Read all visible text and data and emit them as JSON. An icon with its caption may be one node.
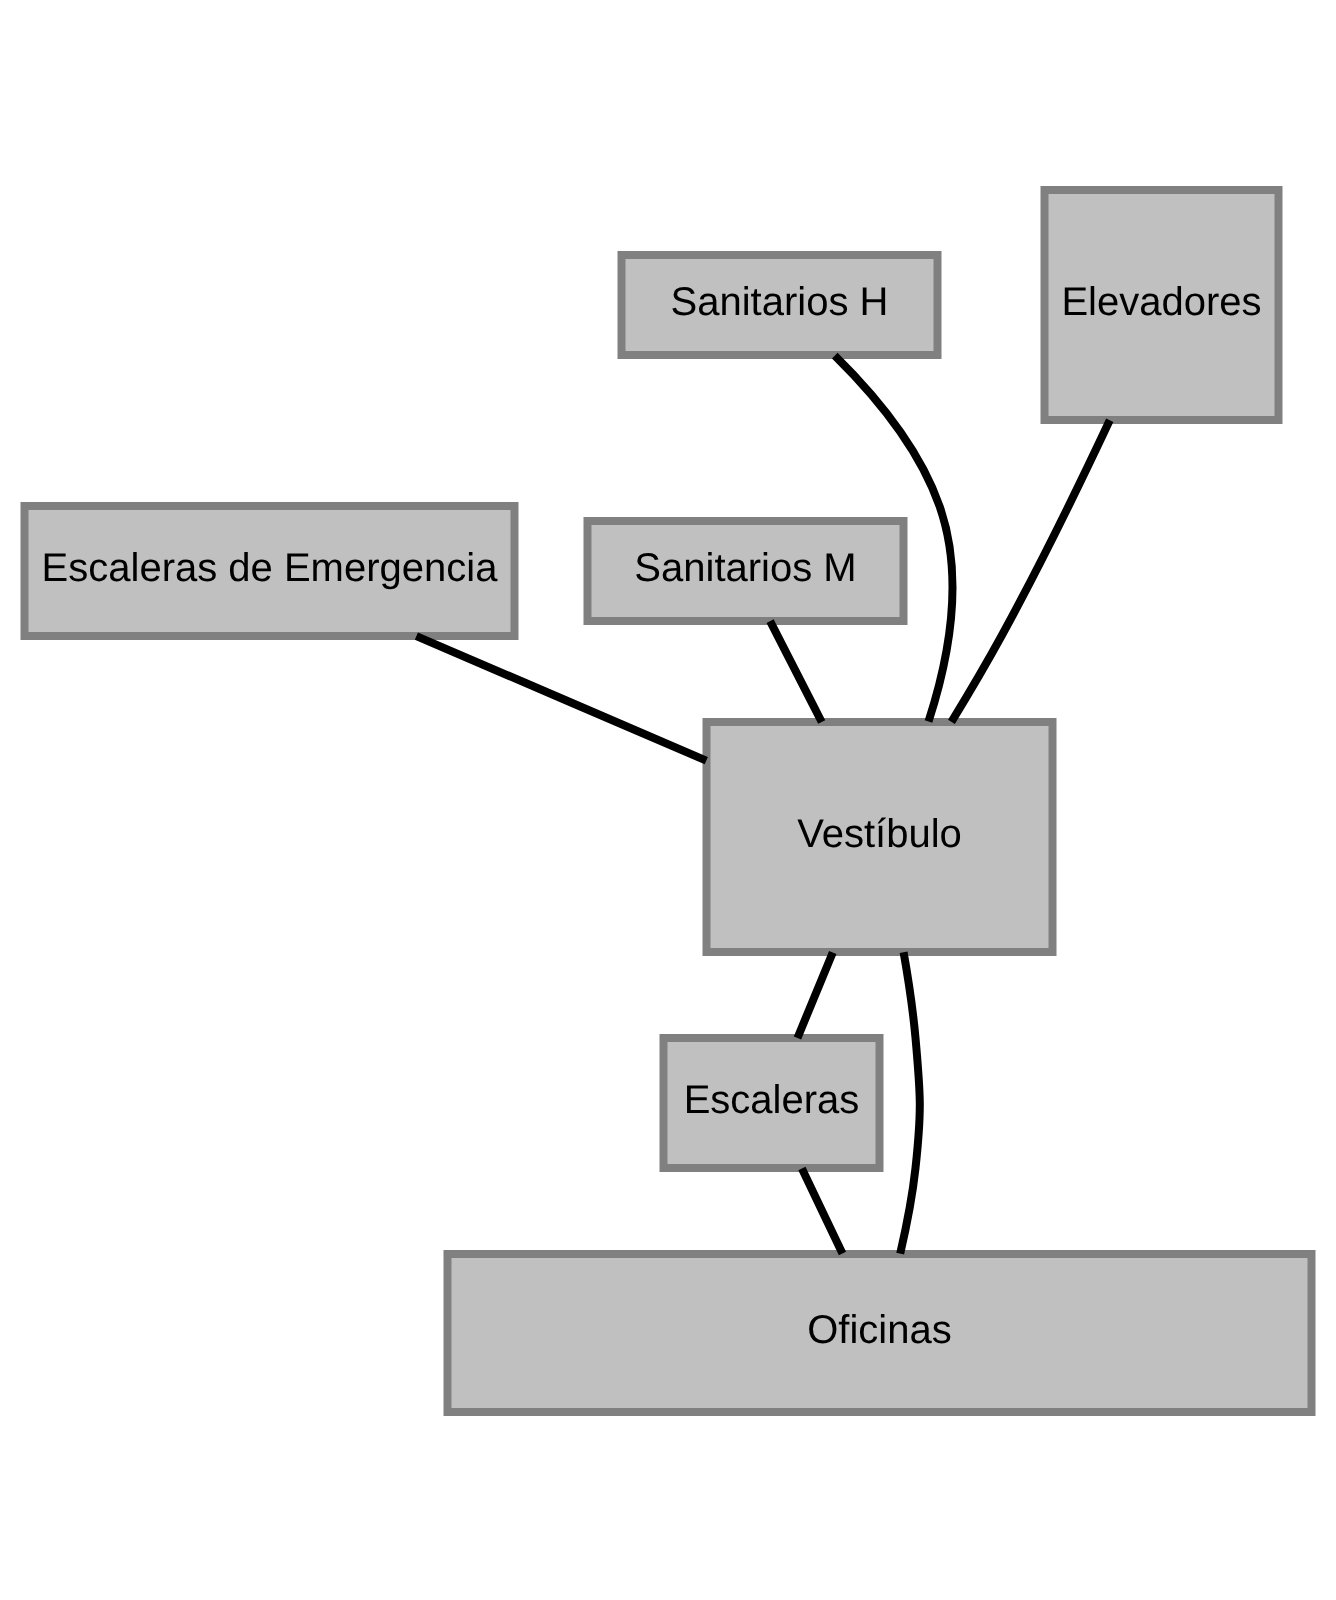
{
  "diagram": {
    "nodes": [
      {
        "text": [
          "Escaleras de Emergencia"
        ]
      },
      {
        "text": [
          "Sanitarios H"
        ]
      },
      {
        "text": [
          "Elevadores"
        ]
      },
      {
        "text": [
          "Sanitarios M"
        ]
      },
      {
        "text": [
          "Vestíbulo"
        ]
      },
      {
        "text": [
          "Escaleras"
        ]
      },
      {
        "text": [
          "Oficinas"
        ]
      }
    ],
    "edges": [
      {
        "from": 0,
        "to": 4,
        "arrow": "none"
      },
      {
        "from": 1,
        "to": 4,
        "arrow": "none"
      },
      {
        "from": 2,
        "to": 4,
        "arrow": "none"
      },
      {
        "from": 3,
        "to": 4,
        "arrow": "none"
      },
      {
        "from": 4,
        "to": 5,
        "arrow": "none"
      },
      {
        "from": 4,
        "to": 6,
        "arrow": "none"
      },
      {
        "from": 5,
        "to": 6,
        "arrow": "none"
      }
    ]
  }
}
